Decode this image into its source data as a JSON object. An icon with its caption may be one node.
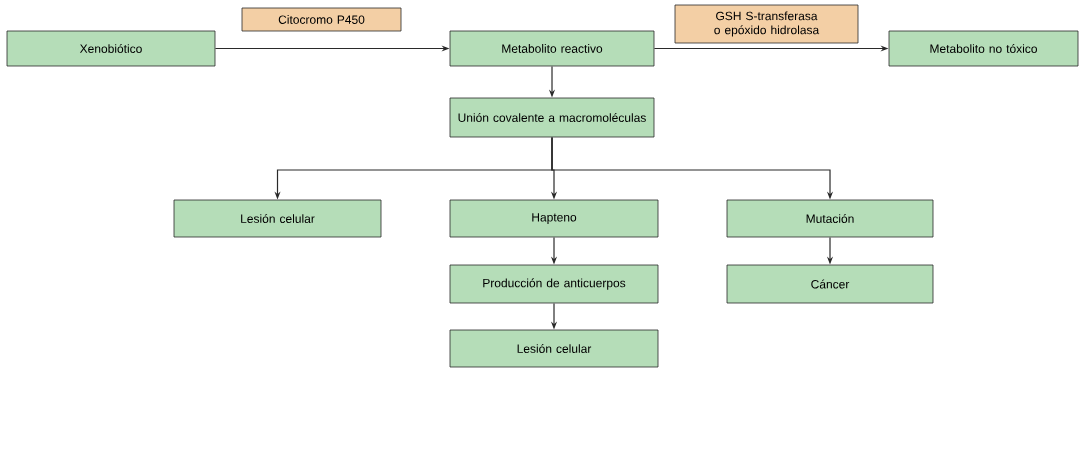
{
  "diagram": {
    "nodes": [
      {
        "text": [
          "Xenobiótico"
        ]
      },
      {
        "text": [
          "Citocromo P450"
        ]
      },
      {
        "text": [
          "Metabolito reactivo"
        ]
      },
      {
        "text": [
          "GSH S-transferasa o epóxido hidrolasa"
        ]
      },
      {
        "text": [
          "Metabolito no tóxico"
        ]
      },
      {
        "text": [
          "Unión covalente a macromoléculas"
        ]
      },
      {
        "text": [
          "Lesión celular"
        ]
      },
      {
        "text": [
          "Hapteno"
        ]
      },
      {
        "text": [
          "Mutación"
        ]
      },
      {
        "text": [
          "Producción de anticuerpos"
        ]
      },
      {
        "text": [
          "Cáncer"
        ]
      },
      {
        "text": [
          "Lesión celular"
        ]
      }
    ],
    "edges": [
      {
        "from": 0,
        "to": 2,
        "arrow": "to"
      },
      {
        "from": 2,
        "to": 4,
        "arrow": "to"
      },
      {
        "from": 2,
        "to": 5,
        "arrow": "to"
      },
      {
        "from": 5,
        "to": 6,
        "arrow": "to"
      },
      {
        "from": 5,
        "to": 7,
        "arrow": "to"
      },
      {
        "from": 5,
        "to": 8,
        "arrow": "to"
      },
      {
        "from": 7,
        "to": 9,
        "arrow": "to"
      },
      {
        "from": 9,
        "to": 11,
        "arrow": "to"
      },
      {
        "from": 8,
        "to": 10,
        "arrow": "to"
      }
    ]
  }
}
